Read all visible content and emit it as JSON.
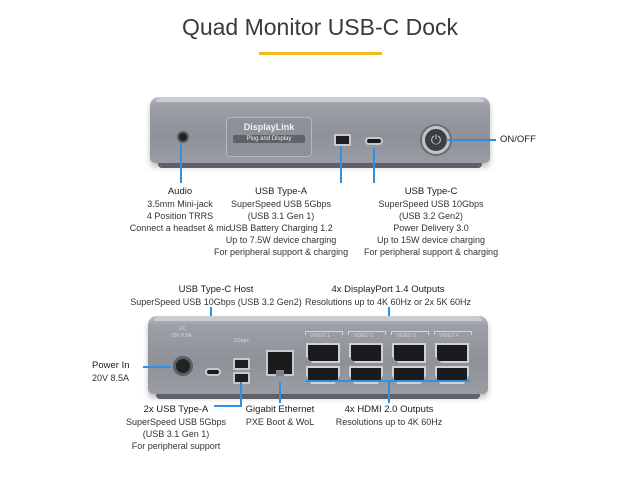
{
  "title": "Quad Monitor USB-C Dock",
  "colors": {
    "accent": "#f2bb1d",
    "pointer": "#2f8fe0",
    "dock": "#909399"
  },
  "front": {
    "logo_brand": "DisplayLink",
    "logo_sub": "Plug and Display",
    "onoff": "ON/OFF",
    "audio": {
      "title": "Audio",
      "lines": [
        "3.5mm Mini-jack",
        "4 Position TRRS",
        "Connect a headset & mic"
      ]
    },
    "usba": {
      "title": "USB Type-A",
      "lines": [
        "SuperSpeed USB 5Gbps",
        "(USB 3.1 Gen 1)",
        "USB Battery Charging 1.2",
        "Up to 7.5W device charging",
        "For peripheral support & charging"
      ]
    },
    "usbc": {
      "title": "USB Type-C",
      "lines": [
        "SuperSpeed USB 10Gbps",
        "(USB 3.2 Gen2)",
        "Power Delivery 3.0",
        "Up to 15W device charging",
        "For peripheral support & charging"
      ]
    }
  },
  "rear": {
    "host": {
      "title": "USB Type-C Host",
      "lines": [
        "SuperSpeed USB 10Gbps (USB 3.2 Gen2)"
      ]
    },
    "dp": {
      "title": "4x DisplayPort 1.4 Outputs",
      "lines": [
        "Resolutions up to 4K 60Hz or 2x 5K 60Hz"
      ]
    },
    "power": {
      "title": "Power In",
      "lines": [
        "20V 8.5A"
      ]
    },
    "usba2": {
      "title": "2x USB Type-A",
      "lines": [
        "SuperSpeed USB 5Gbps",
        "(USB 3.1 Gen 1)",
        "For peripheral support"
      ]
    },
    "eth": {
      "title": "Gigabit Ethernet",
      "lines": [
        "PXE Boot & WoL"
      ]
    },
    "hdmi": {
      "title": "4x HDMI 2.0 Outputs",
      "lines": [
        "Resolutions up to 4K 60Hz"
      ]
    },
    "port_labels": {
      "power": "DC",
      "power_spec": "20V 8.5A",
      "usba": "5Gbps",
      "video1": "VIDEO 1",
      "video2": "VIDEO 2",
      "video3": "VIDEO 3",
      "video4": "VIDEO 4"
    }
  }
}
